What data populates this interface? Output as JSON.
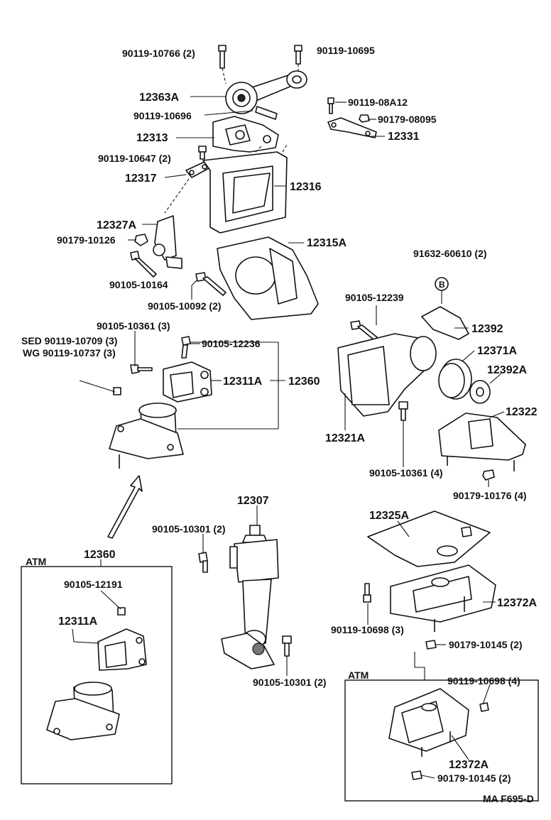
{
  "diagram": {
    "code": "MA F695-D",
    "labels": {
      "bolt_10766": "90119-10766 (2)",
      "bolt_10695": "90119-10695",
      "p12363A": "12363A",
      "bolt_10696": "90119-10696",
      "bolt_08A12": "90119-08A12",
      "nut_08095": "90179-08095",
      "p12313": "12313",
      "p12331": "12331",
      "bolt_10647": "90119-10647 (2)",
      "p12317": "12317",
      "p12316": "12316",
      "p12327A": "12327A",
      "nut_10126": "90179-10126",
      "p12315A": "12315A",
      "bolt_10164": "90105-10164",
      "bolt_10092": "90105-10092 (2)",
      "clip_60610": "91632-60610 (2)",
      "clip_letter": "B",
      "bolt_12239": "90105-12239",
      "p12392": "12392",
      "bolt_10361_top": "90105-10361 (3)",
      "sed_bolt": "SED  90119-10709 (3)",
      "wg_bolt": "WG  90119-10737 (3)",
      "bolt_12236": "90105-12236",
      "p12371A": "12371A",
      "p12392A": "12392A",
      "p12311A": "12311A",
      "p12360": "12360",
      "p12322": "12322",
      "p12321A": "12321A",
      "bolt_10361_4": "90105-10361 (4)",
      "nut_10176": "90179-10176 (4)",
      "p12307": "12307",
      "bolt_10301_top": "90105-10301 (2)",
      "p12325A": "12325A",
      "atm_left_label": "ATM",
      "atm_left_12360": "12360",
      "atm_left_bolt_12191": "90105-12191",
      "atm_left_12311A": "12311A",
      "bolt_10698_3": "90119-10698 (3)",
      "p12372A": "12372A",
      "nut_10145_right": "90179-10145 (2)",
      "bolt_10301_bottom": "90105-10301 (2)",
      "atm_right_label": "ATM",
      "atm_right_bolt_10698": "90119-10698 (4)",
      "atm_right_12372A": "12372A",
      "atm_right_nut_10145": "90179-10145 (2)"
    }
  }
}
